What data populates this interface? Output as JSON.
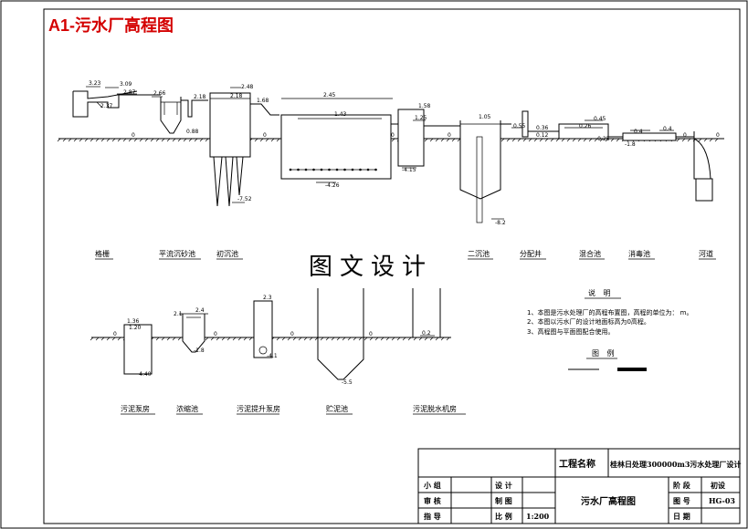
{
  "sheet_title": "A1-污水厂高程图",
  "colors": {
    "title_red": "#d40000",
    "line": "#000000",
    "ground_hatch": "#000000"
  },
  "watermark": "图文设计",
  "upper_units": [
    {
      "key": "screen",
      "label": "格栅"
    },
    {
      "key": "grit",
      "label": "平流沉砂池"
    },
    {
      "key": "primary",
      "label": "初沉池"
    },
    {
      "key": "secondary",
      "label": "二沉池"
    },
    {
      "key": "split",
      "label": "分配井"
    },
    {
      "key": "mix",
      "label": "混合池"
    },
    {
      "key": "disinfect",
      "label": "消毒池"
    },
    {
      "key": "river",
      "label": "河道"
    }
  ],
  "lower_units": [
    {
      "key": "sludge_pump",
      "label": "污泥泵房"
    },
    {
      "key": "thickener",
      "label": "浓缩池"
    },
    {
      "key": "lift",
      "label": "污泥提升泵房"
    },
    {
      "key": "storage",
      "label": "贮泥池"
    },
    {
      "key": "dewater",
      "label": "污泥脱水机房"
    }
  ],
  "levels": {
    "screen_a": "3.23",
    "screen_b": "3.09",
    "screen_c": "2.87",
    "screen_d": "2.37",
    "grit_a": "2.66",
    "grit_b": "2.18",
    "grit_c": "0.88",
    "prim_a": "2.48",
    "prim_b": "2.18",
    "prim_c": "1.68",
    "prim_d": "-7.52",
    "aer_a": "2.45",
    "aer_b": "1.43",
    "aer_c": "-4.26",
    "sec_a": "1.58",
    "sec_b": "1.25",
    "sec_c": "-4.15",
    "clar_a": "1.05",
    "clar_b": "-8.2",
    "split_a": "0.55",
    "split_b": "0.36",
    "split_c": "0.12",
    "mix_a": "0.45",
    "mix_b": "0.26",
    "mix_c": "-0.25",
    "dis_a": "0.4",
    "dis_b": "0.4",
    "dis_c": "-1.8",
    "ground": "0",
    "pump_a": "1.36",
    "pump_b": "1.20",
    "pump_c": "-4.40",
    "thick_a": "2.1",
    "thick_b": "2.4",
    "thick_c": "-1.8",
    "lift_a": "2.3",
    "lift_b": "-4.1",
    "stor_a": "-5.5",
    "dew_a": "0.2"
  },
  "notes": {
    "heading": "说 明",
    "lines": [
      "1、本图是污水处理厂的高程布置图，高程的单位为： m。",
      "2、本图以污水厂的设计地面标高为0高程。",
      "3、高程图与平面图配合使用。"
    ]
  },
  "legend": {
    "heading": "图 例"
  },
  "title_block": {
    "project_label": "工程名称",
    "project_name": "桂林日处理300000m3污水处理厂设计",
    "drawing_name": "污水厂高程图",
    "rows": [
      {
        "role": "小 组",
        "name": "",
        "role2": "设 计",
        "name2": ""
      },
      {
        "role": "审 核",
        "name": "",
        "role2": "制 图",
        "name2": ""
      },
      {
        "role": "指 导",
        "name": "",
        "role2": "比 例",
        "name2": "1:200"
      }
    ],
    "stage_label": "阶 段",
    "stage_value": "初设",
    "number_label": "图 号",
    "number_value": "HG-03",
    "date_label": "日 期",
    "date_value": ""
  }
}
